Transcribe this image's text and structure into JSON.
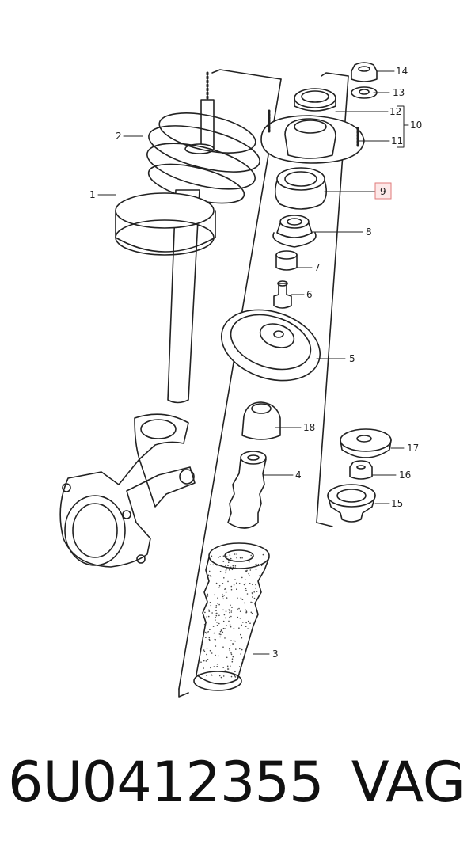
{
  "diagram": {
    "callouts": [
      "1",
      "2",
      "3",
      "4",
      "5",
      "6",
      "7",
      "8",
      "9",
      "10",
      "11",
      "12",
      "13",
      "14",
      "15",
      "16",
      "17",
      "18"
    ],
    "highlighted_callout": "9",
    "highlight_color": "#e07a7a",
    "line_color": "#222222"
  },
  "footer": {
    "part_number": "6U0412355",
    "brand": "VAG"
  }
}
